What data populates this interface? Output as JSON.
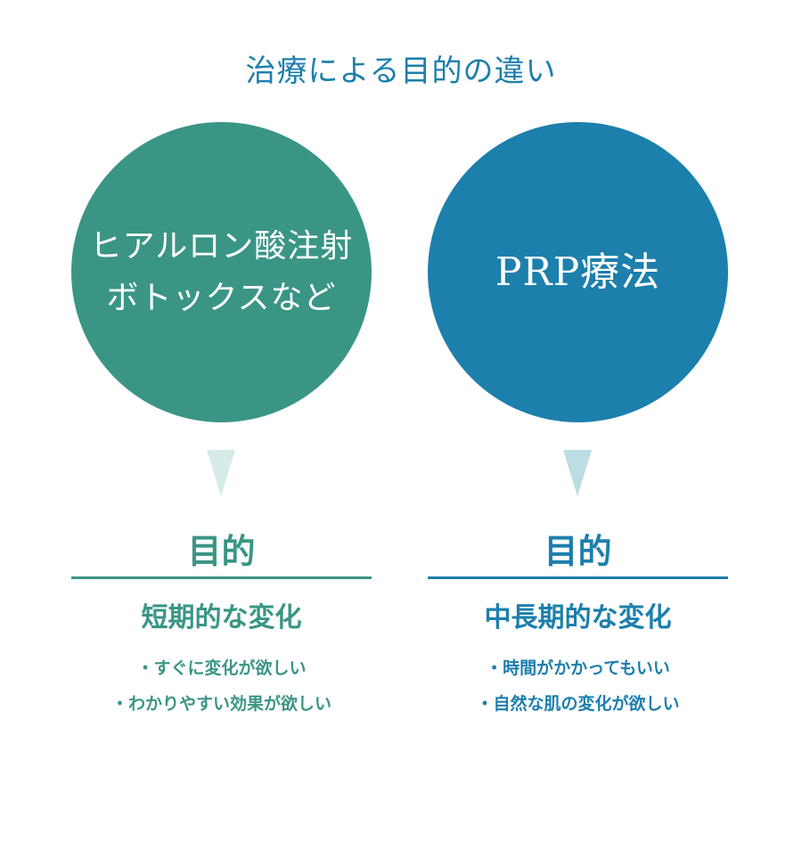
{
  "title": "治療による目的の違い",
  "colors": {
    "green": "#3a9585",
    "blue": "#1c7fac",
    "green_arrow": "#d5ebe8",
    "blue_arrow": "#bcdde4"
  },
  "columns": [
    {
      "circle_lines": [
        "ヒアルロン酸注射",
        "ボトックスなど"
      ],
      "arrow_icon": "down-triangle",
      "purpose_label": "目的",
      "summary": "短期的な変化",
      "bullets": [
        "・すぐに変化が欲しい",
        "・わかりやすい効果が欲しい"
      ]
    },
    {
      "circle_lines": [
        "PRP療法"
      ],
      "arrow_icon": "down-triangle",
      "purpose_label": "目的",
      "summary": "中長期的な変化",
      "bullets": [
        "・時間がかかってもいい",
        "・自然な肌の変化が欲しい"
      ]
    }
  ]
}
